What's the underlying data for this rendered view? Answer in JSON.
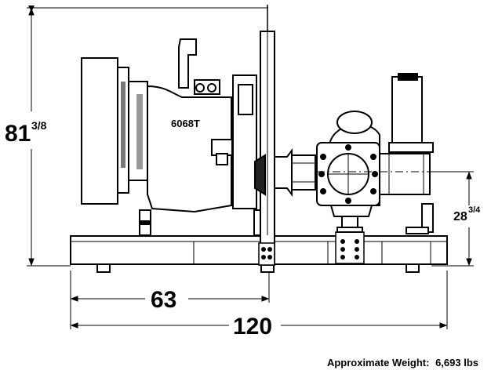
{
  "dimensions": {
    "height_whole": "81",
    "height_fraction": "3/8",
    "centerline_whole": "28",
    "centerline_fraction": "3/4",
    "engine_length": "63",
    "overall_length": "120"
  },
  "engine_model": "6068T",
  "weight": {
    "label": "Approximate Weight:",
    "value": "6,693 lbs"
  }
}
